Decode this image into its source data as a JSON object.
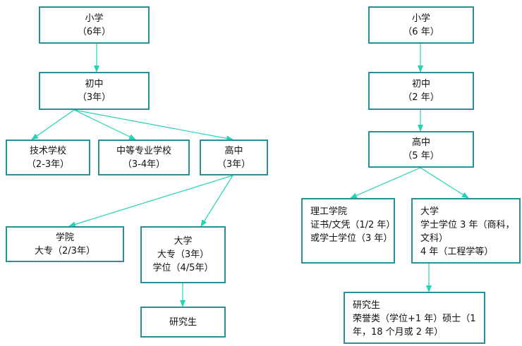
{
  "left": {
    "primary": {
      "name": "小学",
      "years": "（6年）"
    },
    "junior": {
      "name": "初中",
      "years": "（3年）"
    },
    "technical": {
      "name": "技术学校",
      "years": "（2-3年）"
    },
    "vocational": {
      "name": "中等专业学校",
      "years": "（3-4年）"
    },
    "senior": {
      "name": "高中",
      "years": "（3年）"
    },
    "college": {
      "name": "学院",
      "line2": "大专（2/3年）"
    },
    "university": {
      "name": "大学",
      "line2": "大专（3年）",
      "line3": "学位（4/5年）"
    },
    "graduate": {
      "name": "研究生"
    }
  },
  "right": {
    "primary": {
      "name": "小学",
      "years": "（6 年）"
    },
    "junior": {
      "name": "初中",
      "years": "（2 年）"
    },
    "senior": {
      "name": "高中",
      "years": "（5 年）"
    },
    "polytech": {
      "name": "理工学院",
      "line2": "证书/文凭（1/2 年）",
      "line3": "或学士学位（3 年）"
    },
    "university": {
      "name": "大学",
      "line2": "学士学位 3 年（商科，",
      "line3": "文科）",
      "line4": "4 年（工程学等）"
    },
    "graduate": {
      "name": "研究生",
      "line2": "荣誉类（学位+1 年）硕士（1",
      "line3": "年，18 个月或 2 年）"
    }
  },
  "colors": {
    "line": "#22d3b4",
    "border": "#2a8f96"
  }
}
